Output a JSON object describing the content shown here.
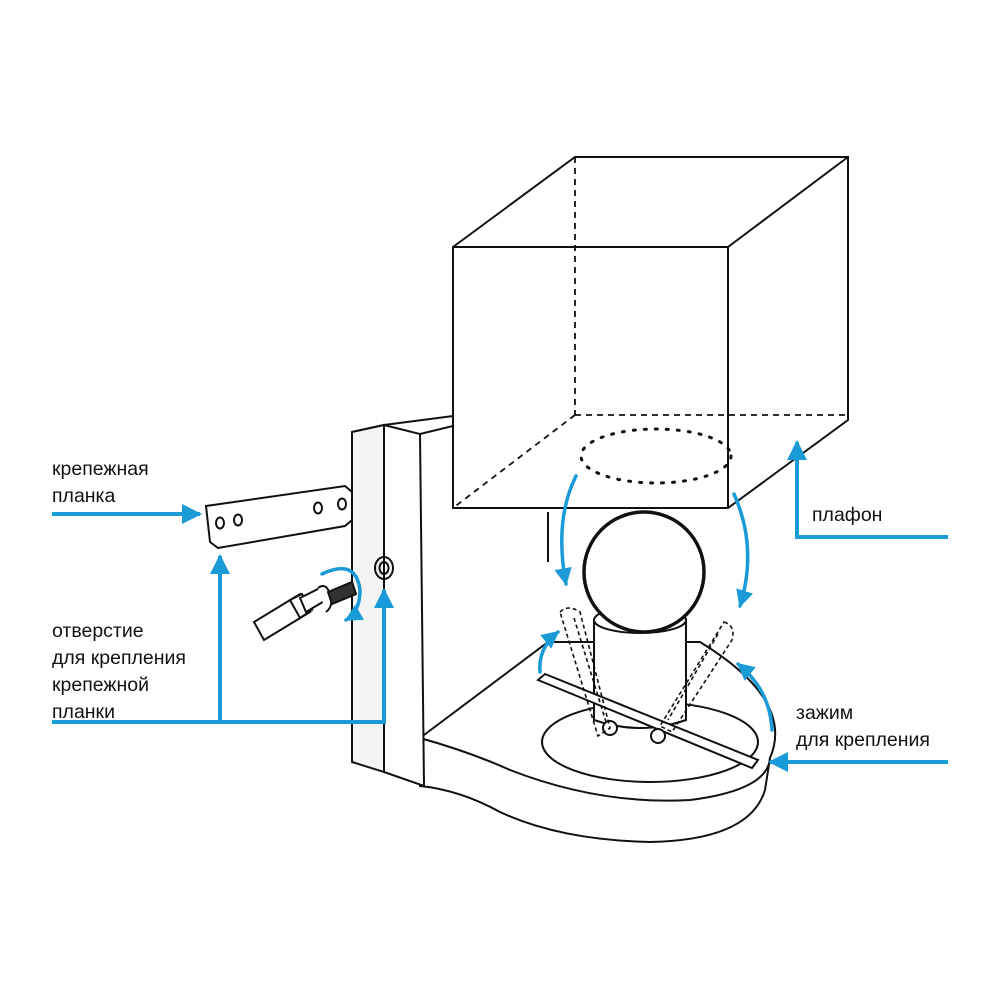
{
  "labels": {
    "mounting_bracket": [
      "крепежная",
      "планка"
    ],
    "mounting_hole": [
      "отверстие",
      "для крепления",
      "крепежной",
      "планки"
    ],
    "shade": [
      "плафон"
    ],
    "clamp": [
      "зажим",
      "для крепления"
    ]
  },
  "colors": {
    "line": "#111111",
    "callout": "#1a9ad6",
    "background": "#ffffff"
  }
}
